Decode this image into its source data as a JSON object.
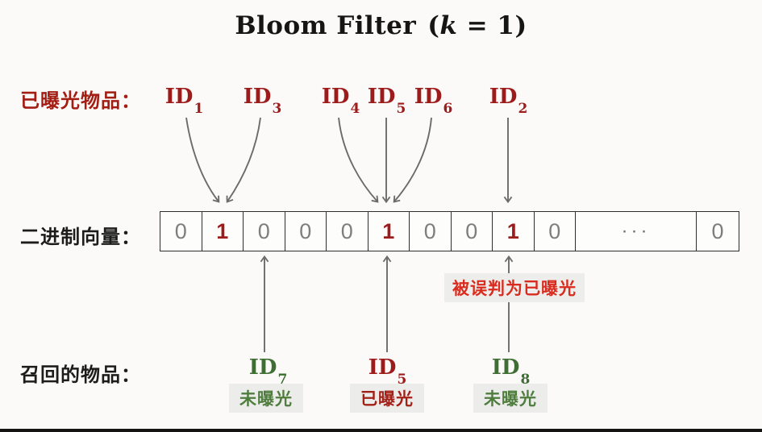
{
  "title": {
    "main": "Bloom Filter",
    "open": "(",
    "k": "k",
    "rest": "= 1)"
  },
  "rows": {
    "exposed_label": "已曝光物品：",
    "vector_label": "二进制向量：",
    "recall_label": "召回的物品："
  },
  "top_ids": [
    {
      "base": "ID",
      "sub": "1"
    },
    {
      "base": "ID",
      "sub": "3"
    },
    {
      "base": "ID",
      "sub": "4"
    },
    {
      "base": "ID",
      "sub": "5"
    },
    {
      "base": "ID",
      "sub": "6"
    },
    {
      "base": "ID",
      "sub": "2"
    }
  ],
  "vector": {
    "cells": [
      {
        "value": "0"
      },
      {
        "value": "1"
      },
      {
        "value": "0"
      },
      {
        "value": "0"
      },
      {
        "value": "0"
      },
      {
        "value": "1"
      },
      {
        "value": "0"
      },
      {
        "value": "0"
      },
      {
        "value": "1"
      },
      {
        "value": "0"
      },
      {
        "value": "···"
      },
      {
        "value": "0"
      }
    ]
  },
  "false_positive_label": "被误判为已曝光",
  "recalled_ids": [
    {
      "base": "ID",
      "sub": "7",
      "status": "未曝光"
    },
    {
      "base": "ID",
      "sub": "5",
      "status": "已曝光"
    },
    {
      "base": "ID",
      "sub": "8",
      "status": "未曝光"
    }
  ],
  "colors": {
    "dark_red": "#9c1c1c",
    "label_red": "#a31d12",
    "bright_red": "#d92c1e",
    "green": "#3e6e33",
    "digit_gray": "#7e7e7e",
    "arrow_gray": "#6b6b6b",
    "badge_bg": "#ececea",
    "background": "#fbfaf8"
  }
}
